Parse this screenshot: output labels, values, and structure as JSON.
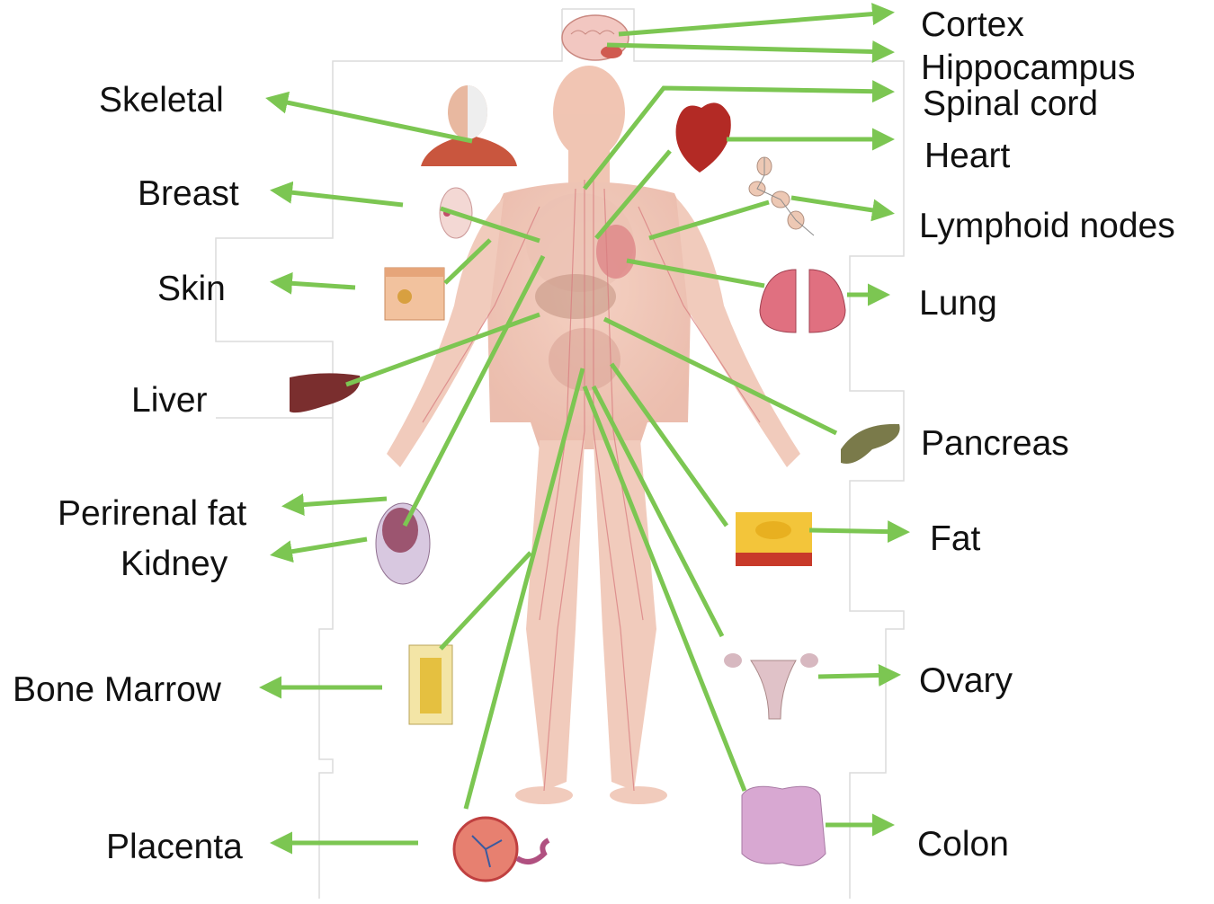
{
  "diagram": {
    "arrow_color": "#7cc652",
    "labels": {
      "cortex": "Cortex",
      "hippocampus": "Hippocampus",
      "spinal_cord": "Spinal cord",
      "heart": "Heart",
      "lymphoid_nodes": "Lymphoid nodes",
      "lung": "Lung",
      "pancreas": "Pancreas",
      "fat": "Fat",
      "ovary": "Ovary",
      "colon": "Colon",
      "skeletal": "Skeletal",
      "breast": "Breast",
      "skin": "Skin",
      "liver": "Liver",
      "perirenal_fat": "Perirenal fat",
      "kidney": "Kidney",
      "bone_marrow": "Bone Marrow",
      "placenta": "Placenta"
    },
    "organ_icons": [
      "brain-icon",
      "skeletal-icon",
      "breast-icon",
      "skin-icon",
      "liver-icon",
      "kidney-icon",
      "bone-marrow-icon",
      "placenta-icon",
      "heart-icon",
      "lymph-node-icon",
      "lung-icon",
      "pancreas-icon",
      "fat-icon",
      "ovary-icon",
      "colon-icon"
    ]
  }
}
